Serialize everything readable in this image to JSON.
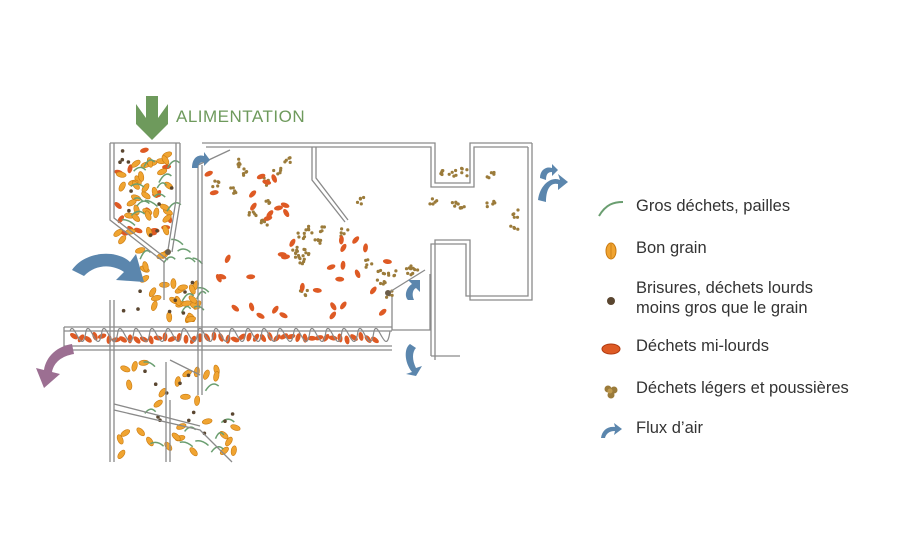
{
  "title": "ALIMENTATION",
  "colors": {
    "feed_arrow": "#6e9a5c",
    "air_arrow": "#5b86ad",
    "exit_arrow": "#9c6f92",
    "wall": "#8a8a8a",
    "good_grain": "#f0a431",
    "mid_waste": "#de5a24",
    "light_waste": "#9b7b3a",
    "broken": "#5a4630",
    "straw": "#6a9e70"
  },
  "legend": [
    {
      "icon": "straw-icon",
      "label": "Gros déchets, pailles"
    },
    {
      "icon": "good-grain-icon",
      "label": "Bon grain"
    },
    {
      "icon": "broken-grain-icon",
      "line1": "Brisures, déchets lourds",
      "line2": "moins gros que le grain"
    },
    {
      "icon": "mid-heavy-waste-icon",
      "label": "Déchets mi-lourds"
    },
    {
      "icon": "light-waste-icon",
      "label": "Déchets légers et poussières"
    },
    {
      "icon": "air-flow-icon",
      "label": "Flux d’air"
    }
  ]
}
